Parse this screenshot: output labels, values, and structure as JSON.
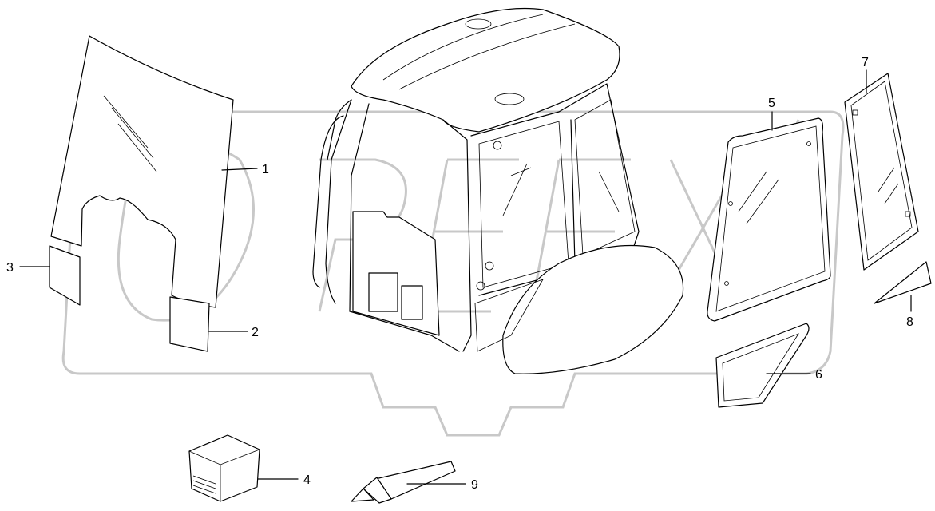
{
  "diagram": {
    "callouts": [
      {
        "id": "1",
        "label": "1"
      },
      {
        "id": "2",
        "label": "2"
      },
      {
        "id": "3",
        "label": "3"
      },
      {
        "id": "4",
        "label": "4"
      },
      {
        "id": "5",
        "label": "5"
      },
      {
        "id": "6",
        "label": "6"
      },
      {
        "id": "7",
        "label": "7"
      },
      {
        "id": "8",
        "label": "8"
      },
      {
        "id": "9",
        "label": "9"
      }
    ]
  },
  "colors": {
    "line": "#000000",
    "watermark": "#c8c8c8",
    "background": "#ffffff"
  }
}
